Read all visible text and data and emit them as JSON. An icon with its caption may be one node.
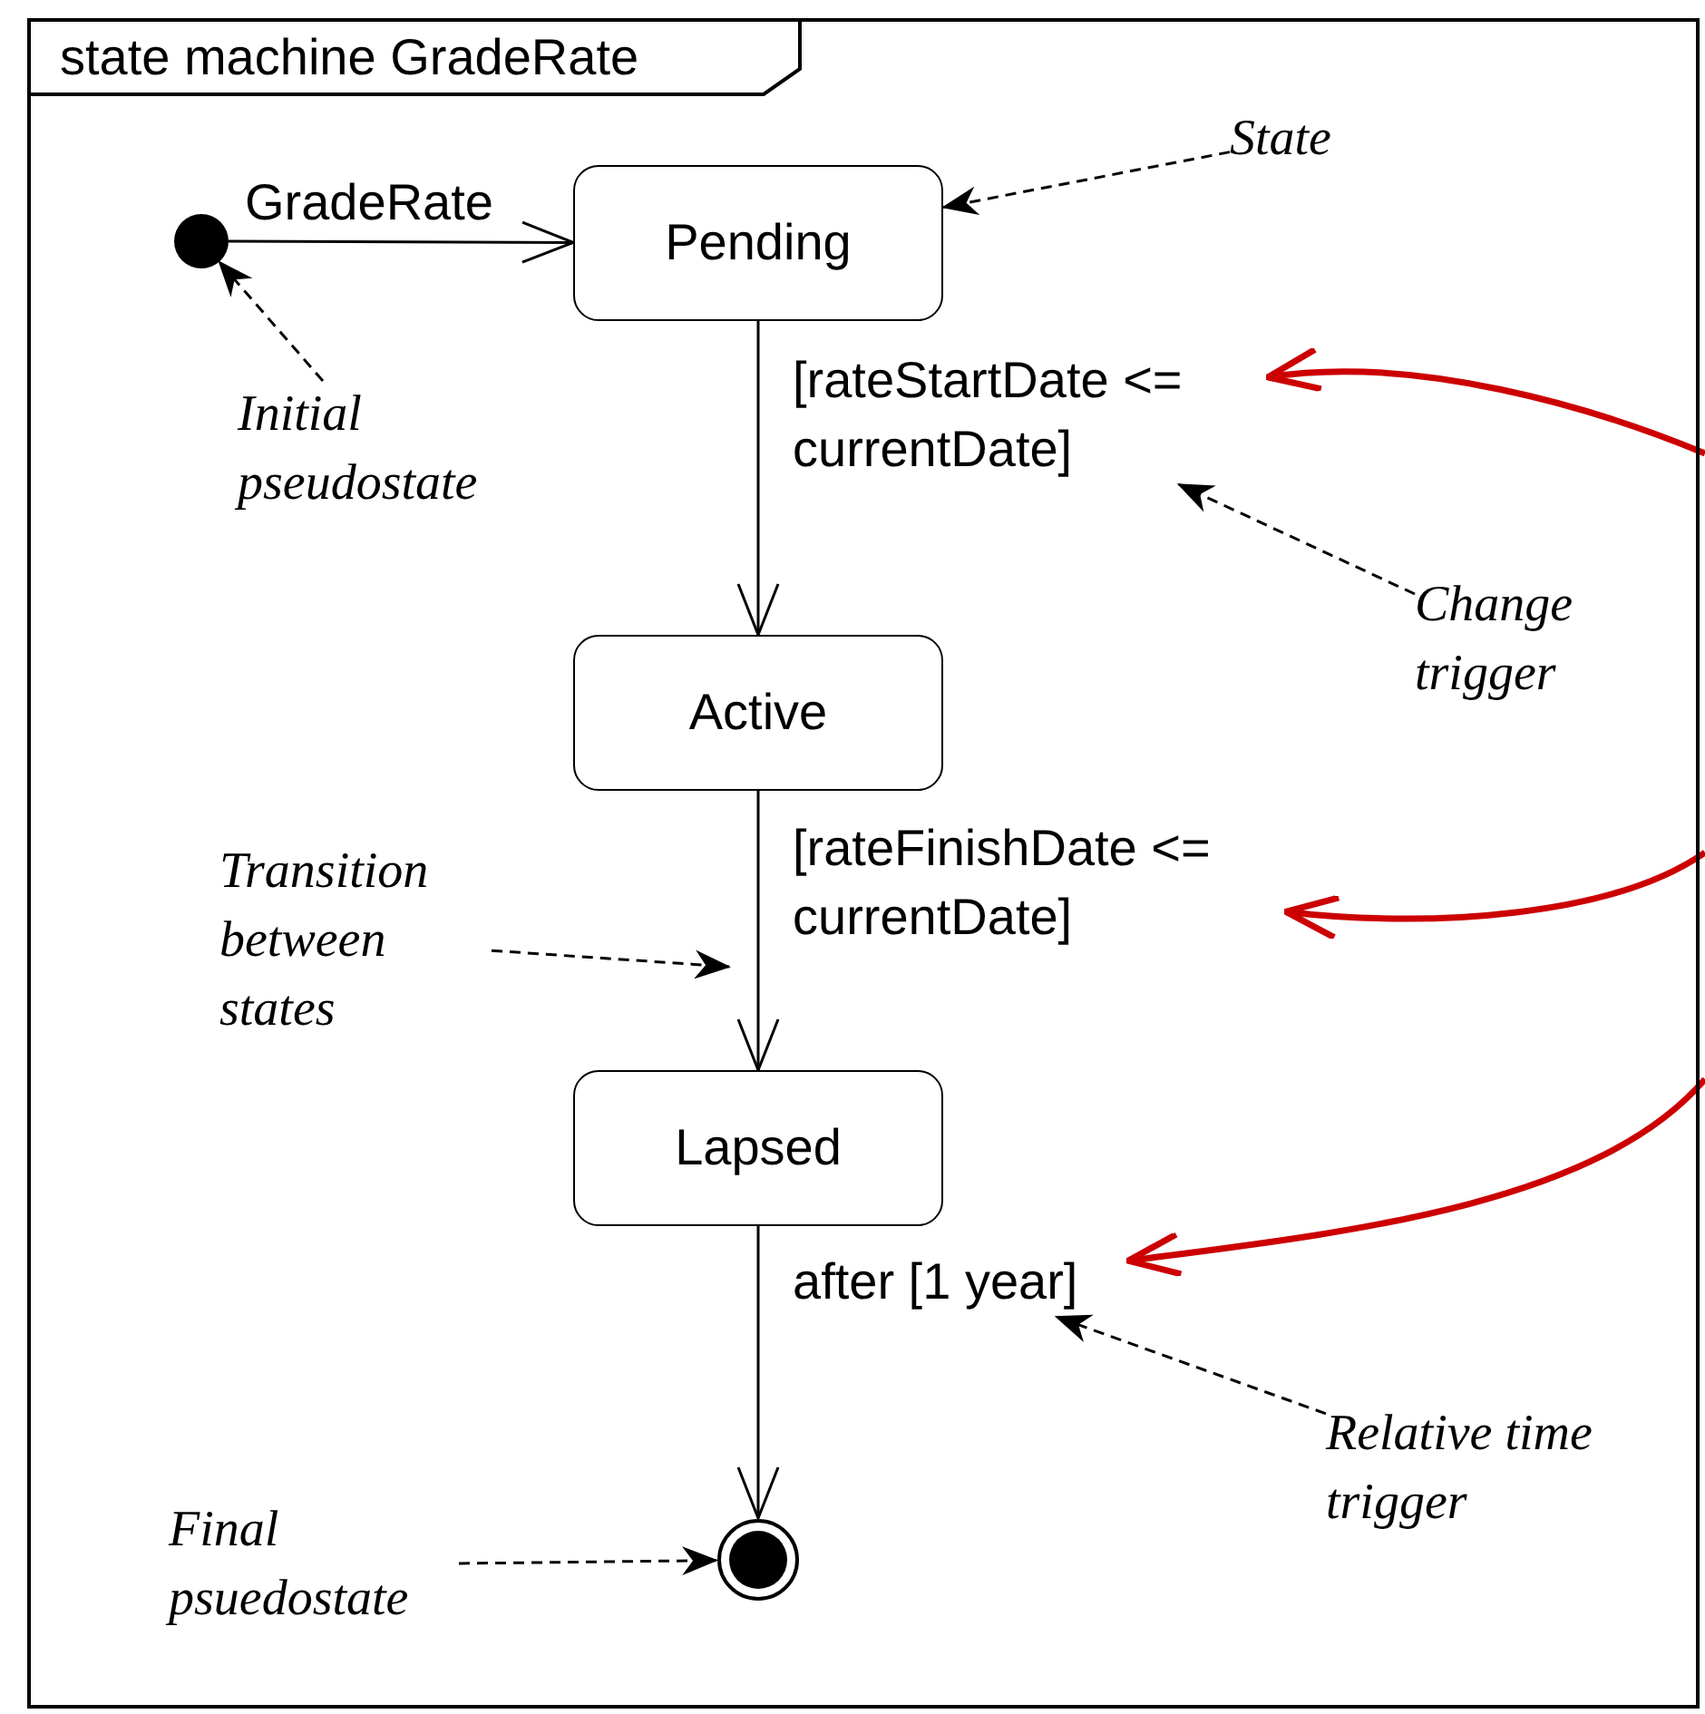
{
  "diagram": {
    "nodes": [
      {
        "text": [
          "state machine GradeRate"
        ]
      },
      {
        "text": [],
        "shape": "circle",
        "in": 0
      },
      {
        "text": [
          "Pending"
        ],
        "in": 0
      },
      {
        "text": [
          "Active"
        ],
        "in": 0
      },
      {
        "text": [
          "Lapsed"
        ],
        "in": 0
      },
      {
        "text": [],
        "shape": "circle",
        "in": 0
      },
      {
        "text": [
          "State"
        ],
        "in": 0
      },
      {
        "text": [
          "Initial pseudostate"
        ],
        "in": 0
      },
      {
        "text": [
          "Change trigger"
        ],
        "in": 0
      },
      {
        "text": [
          "Transition between states"
        ],
        "in": 0
      },
      {
        "text": [
          "Relative time trigger"
        ],
        "in": 0
      },
      {
        "text": [
          "Final psuedostate"
        ],
        "in": 0
      },
      {
        "text": [
          "[rateStartDate <= currentDate]"
        ],
        "in": 0
      },
      {
        "text": [
          "[rateFinishDate <= currentDate]"
        ],
        "in": 0
      },
      {
        "text": [
          "after [1 year]"
        ],
        "in": 0
      }
    ],
    "edges": [
      {
        "from": 1,
        "to": 2,
        "arrow": "to",
        "label": "GradeRate"
      },
      {
        "from": 2,
        "to": 3,
        "arrow": "to"
      },
      {
        "from": 3,
        "to": 4,
        "arrow": "to"
      },
      {
        "from": 4,
        "to": 5,
        "arrow": "to"
      },
      {
        "from": 6,
        "to": 2,
        "arrow": "to",
        "style": "dashed"
      },
      {
        "from": 7,
        "to": 1,
        "arrow": "to",
        "style": "dashed"
      },
      {
        "from": 8,
        "to": 12,
        "arrow": "to",
        "style": "dashed"
      },
      {
        "from": 9,
        "to": null,
        "arrow": "to",
        "style": "dashed"
      },
      {
        "from": 10,
        "to": 14,
        "arrow": "to",
        "style": "dashed"
      },
      {
        "from": 11,
        "to": 5,
        "arrow": "to",
        "style": "dashed"
      },
      {
        "from": null,
        "to": 12,
        "arrow": "to",
        "style": "thick",
        "color": "#cc0000"
      },
      {
        "from": null,
        "to": 13,
        "arrow": "to",
        "style": "thick",
        "color": "#cc0000"
      },
      {
        "from": null,
        "to": 14,
        "arrow": "to",
        "style": "thick",
        "color": "#cc0000"
      }
    ]
  }
}
